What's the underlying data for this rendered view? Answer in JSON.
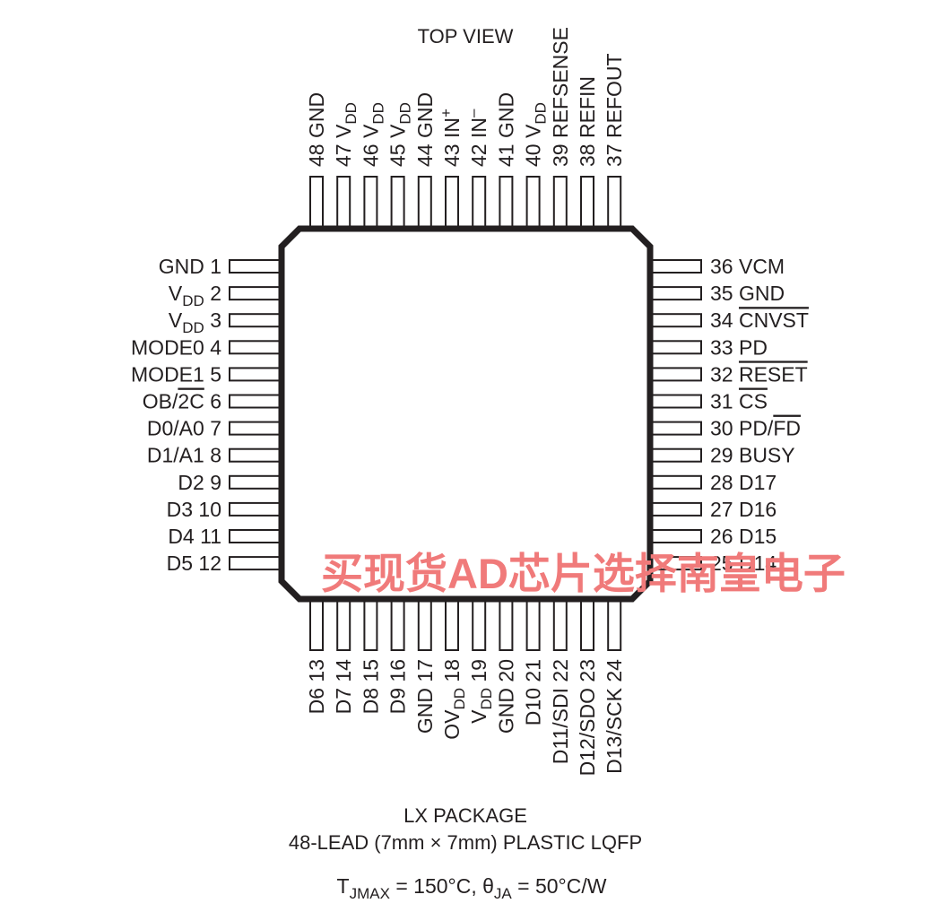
{
  "header": {
    "view_title": "TOP VIEW"
  },
  "footer": {
    "package_name": "LX PACKAGE",
    "package_desc": "48-LEAD (7mm × 7mm) PLASTIC LQFP",
    "thermal": {
      "t_main": "T",
      "t_sub": "JMAX",
      "t_value": " = 150°C, θ",
      "theta_sub": "JA",
      "theta_value": " = 50°C/W"
    }
  },
  "watermark": "买现货AD芯片选择南皇电子",
  "pins": {
    "left": [
      {
        "num": "1",
        "name": "GND"
      },
      {
        "num": "2",
        "name": "V",
        "sub": "DD"
      },
      {
        "num": "3",
        "name": "V",
        "sub": "DD"
      },
      {
        "num": "4",
        "name": "MODE0"
      },
      {
        "num": "5",
        "name": "MODE1"
      },
      {
        "num": "6",
        "name": "OB/",
        "over": "2C"
      },
      {
        "num": "7",
        "name": "D0/A0"
      },
      {
        "num": "8",
        "name": "D1/A1"
      },
      {
        "num": "9",
        "name": "D2"
      },
      {
        "num": "10",
        "name": "D3"
      },
      {
        "num": "11",
        "name": "D4"
      },
      {
        "num": "12",
        "name": "D5"
      }
    ],
    "right": [
      {
        "num": "36",
        "name": "VCM"
      },
      {
        "num": "35",
        "name": "GND"
      },
      {
        "num": "34",
        "name": "",
        "over": "CNVST"
      },
      {
        "num": "33",
        "name": "PD"
      },
      {
        "num": "32",
        "name": "",
        "over": "RESET"
      },
      {
        "num": "31",
        "name": "",
        "over": "CS"
      },
      {
        "num": "30",
        "name": "PD/",
        "over": "FD"
      },
      {
        "num": "29",
        "name": "BUSY"
      },
      {
        "num": "28",
        "name": "D17"
      },
      {
        "num": "27",
        "name": "D16"
      },
      {
        "num": "26",
        "name": "D15"
      },
      {
        "num": "25",
        "name": "D14"
      }
    ],
    "top": [
      {
        "num": "48",
        "name": "GND"
      },
      {
        "num": "47",
        "name": "V",
        "sub": "DD"
      },
      {
        "num": "46",
        "name": "V",
        "sub": "DD"
      },
      {
        "num": "45",
        "name": "V",
        "sub": "DD"
      },
      {
        "num": "44",
        "name": "GND"
      },
      {
        "num": "43",
        "name": "IN",
        "sup": "+"
      },
      {
        "num": "42",
        "name": "IN",
        "sup": "–"
      },
      {
        "num": "41",
        "name": "GND"
      },
      {
        "num": "40",
        "name": "V",
        "sub": "DD"
      },
      {
        "num": "39",
        "name": "REFSENSE"
      },
      {
        "num": "38",
        "name": "REFIN"
      },
      {
        "num": "37",
        "name": "REFOUT"
      }
    ],
    "bottom": [
      {
        "num": "13",
        "name": "D6"
      },
      {
        "num": "14",
        "name": "D7"
      },
      {
        "num": "15",
        "name": "D8"
      },
      {
        "num": "16",
        "name": "D9"
      },
      {
        "num": "17",
        "name": "GND"
      },
      {
        "num": "18",
        "name": "OV",
        "sub": "DD"
      },
      {
        "num": "19",
        "name": "V",
        "sub": "DD"
      },
      {
        "num": "20",
        "name": "GND"
      },
      {
        "num": "21",
        "name": "D10"
      },
      {
        "num": "22",
        "name": "D11/SDI"
      },
      {
        "num": "23",
        "name": "D12/SDO"
      },
      {
        "num": "24",
        "name": "D13/SCK"
      }
    ]
  }
}
